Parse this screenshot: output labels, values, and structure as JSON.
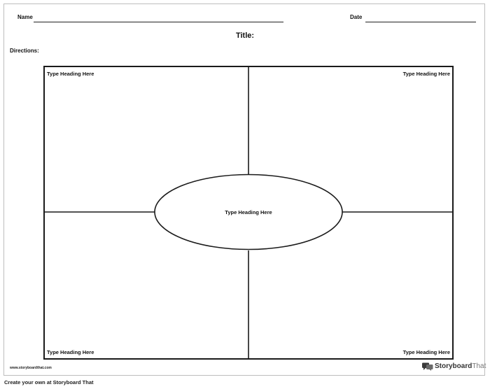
{
  "worksheet": {
    "name_label": "Name",
    "date_label": "Date",
    "title_label": "Title:",
    "directions_label": "Directions:"
  },
  "organizer": {
    "top_left_heading": "Type Heading Here",
    "top_right_heading": "Type Heading Here",
    "bottom_left_heading": "Type Heading Here",
    "bottom_right_heading": "Type Heading Here",
    "center_heading": "Type Heading Here"
  },
  "footer": {
    "url": "www.storyboardthat.com",
    "brand_bold": "Storyboard",
    "brand_light": "That",
    "logo_icon": "speech-bubbles-icon"
  },
  "caption": "Create your own at Storyboard That"
}
